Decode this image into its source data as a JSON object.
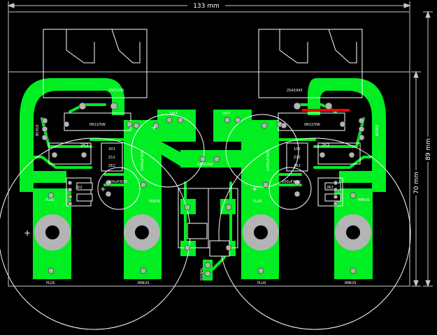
{
  "dimensions": {
    "width": "133 mm",
    "height_outer": "89 mm",
    "height_inner": "70 mm"
  },
  "silkscreen": {
    "q_left": "2SC5200",
    "q_right": "2SA1943",
    "q_left_small": "BC410",
    "q_right_small": "BC560",
    "r_left": "0R22/5W",
    "r_right": "0R22/5W",
    "pot_left": "2K2",
    "pot_right": "2K2",
    "x01": "X01",
    "z12_left": "Z12",
    "z12_b_left": "ZK2",
    "tenk": "10K",
    "z12_right": "Z12",
    "z12_b_right": "ZK2",
    "cap_left": "1000uF/63V",
    "cap_right": "1000uF/63V",
    "cap_small_left": "100uF/63V",
    "cap_small_right": "100uF/63V",
    "res_left": "2K2",
    "res_right": "2K2",
    "out_left": "OUT-",
    "out_right": "OUT-",
    "ground": "GROUND",
    "plus_left_small": "PLUS",
    "minus_left_small": "MINUS",
    "plus_right_small": "PLUS",
    "minus_right_small": "MINUS",
    "plus_left": "PLUS",
    "minus_left": "MINUS",
    "plus_right": "PLUS",
    "minus_right": "MINUS",
    "signal": "SIGNAL",
    "plus_sign": "+"
  }
}
